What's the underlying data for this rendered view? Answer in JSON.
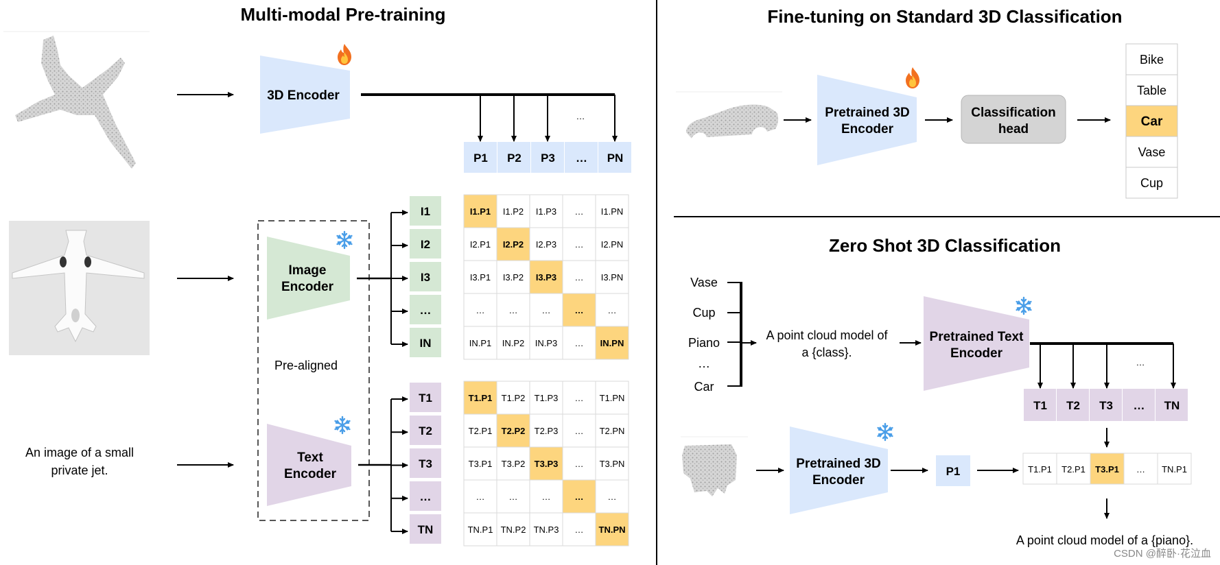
{
  "left": {
    "title": "Multi-modal Pre-training",
    "encoder_3d": "3D Encoder",
    "image_encoder": [
      "Image",
      "Encoder"
    ],
    "text_encoder": [
      "Text",
      "Encoder"
    ],
    "pre_aligned": "Pre-aligned",
    "caption": [
      "An image of a small",
      "private jet."
    ],
    "p_tokens": [
      "P1",
      "P2",
      "P3",
      "…",
      "PN"
    ],
    "p_ellipsis": "…",
    "i_tokens": [
      "I1",
      "I2",
      "I3",
      "…",
      "IN"
    ],
    "t_tokens": [
      "T1",
      "T2",
      "T3",
      "…",
      "TN"
    ],
    "i_matrix": [
      [
        "I1.P1",
        "I1.P2",
        "I1.P3",
        "…",
        "I1.PN"
      ],
      [
        "I2.P1",
        "I2.P2",
        "I2.P3",
        "…",
        "I2.PN"
      ],
      [
        "I3.P1",
        "I3.P2",
        "I3.P3",
        "…",
        "I3.PN"
      ],
      [
        "…",
        "…",
        "…",
        "…",
        "…"
      ],
      [
        "IN.P1",
        "IN.P2",
        "IN.P3",
        "…",
        "IN.PN"
      ]
    ],
    "t_matrix": [
      [
        "T1.P1",
        "T1.P2",
        "T1.P3",
        "…",
        "T1.PN"
      ],
      [
        "T2.P1",
        "T2.P2",
        "T2.P3",
        "…",
        "T2.PN"
      ],
      [
        "T3.P1",
        "T3.P2",
        "T3.P3",
        "…",
        "T3.PN"
      ],
      [
        "…",
        "…",
        "…",
        "…",
        "…"
      ],
      [
        "TN.P1",
        "TN.P2",
        "TN.P3",
        "…",
        "TN.PN"
      ]
    ]
  },
  "finetune": {
    "title": "Fine-tuning on Standard 3D Classification",
    "encoder": [
      "Pretrained 3D",
      "Encoder"
    ],
    "head": [
      "Classification",
      "head"
    ],
    "classes": [
      "Bike",
      "Table",
      "Car",
      "Vase",
      "Cup"
    ],
    "selected": "Car"
  },
  "zeroshot": {
    "title": "Zero Shot 3D Classification",
    "class_list": [
      "Vase",
      "Cup",
      "Piano",
      "…",
      "Car"
    ],
    "prompt": [
      "A point cloud model of",
      "a {class}."
    ],
    "text_encoder": [
      "Pretrained Text",
      "Encoder"
    ],
    "t_tokens": [
      "T1",
      "T2",
      "T3",
      "…",
      "TN"
    ],
    "t_ellipsis": "…",
    "encoder_3d": [
      "Pretrained 3D",
      "Encoder"
    ],
    "p_token": "P1",
    "scores": [
      "T1.P1",
      "T2.P1",
      "T3.P1",
      "…",
      "TN.P1"
    ],
    "result": "A point cloud model of a {piano}."
  },
  "watermark": "CSDN @醉卧·花泣血",
  "colors": {
    "blue_fill": "#dae8fc",
    "green_fill": "#d5e8d4",
    "purple_fill": "#e1d5e7",
    "highlight": "#fdd57e",
    "gray_head": "#d4d4d4",
    "border": "#c9c9c9"
  },
  "icons": {
    "trainable": "fire-icon",
    "frozen": "snowflake-icon"
  }
}
